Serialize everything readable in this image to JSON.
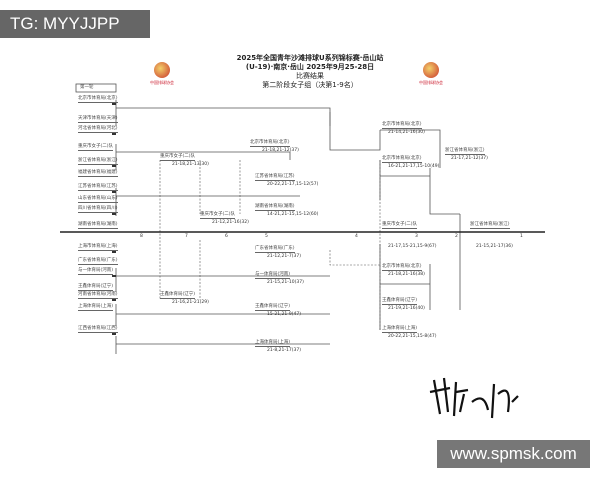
{
  "watermark": "TG: MYYJJPP",
  "site": "www.spmsk.com",
  "logo_text": "中国排球协会",
  "title": [
    "2025年全国青年沙滩排球U系列锦标赛·岳山站",
    "(U-19)·南京·岳山    2025年9月25-28日",
    "比赛结果",
    "第二阶段女子组（决第1-9名）"
  ],
  "left_header": "第一轮",
  "teams": [
    "北京市体育局(北京)",
    "天津市体育局(天津)",
    "河北省体育局(河北)",
    "重庆市女子(二)队",
    "浙江省体育局(浙江)",
    "福建省体育局(福建)",
    "江苏省体育局(江苏)",
    "山东省体育局(山东)",
    "四川省体育局(四川)",
    "湖南省体育局(湖南)",
    "上海市体育局(上海)",
    "广东省体育局(广东)",
    "与一体育局(河南)",
    "王鑫体育局(辽宁)",
    "河南省体育局(河南)",
    "上海体育局(上海)",
    "江西省体育局(江西)"
  ],
  "r2": [
    {
      "a": "重庆市女子(二)队",
      "b": "江苏省体育局(江苏)",
      "s": "21-18,21-13(30)"
    },
    {
      "a": "重庆市女子(二)队",
      "b": "江苏省体育局(江苏)",
      "s": "21-12,21-16(32)"
    },
    {
      "a": "北京市体育局(北京)",
      "b": "重庆市女子(二)队",
      "s": "21-18,21-12(37)"
    },
    {
      "a": "江苏省体育局(江苏)",
      "b": "山东省体育局(山东)",
      "s": "20-22,21-17,15-12(57)"
    },
    {
      "a": "湖南省体育局(湖南)",
      "b": "",
      "s": "14-21,21-15,15-12(60)"
    },
    {
      "a": "广东省体育局(广东)",
      "b": "与一体育局(河南)",
      "s": "21-12,21-7(37)"
    },
    {
      "a": "与一体育局(河南)",
      "b": "",
      "s": "21-15,21-10(37)"
    },
    {
      "a": "王鑫体育局(辽宁)",
      "b": "与一体育局(河南)",
      "s": "21-16,21-21(29)"
    },
    {
      "a": "王鑫体育局(辽宁)",
      "b": "",
      "s": "15-21,21-9(47)"
    },
    {
      "a": "上海体育局(上海)",
      "b": "",
      "s": "21-8,21-17(37)"
    }
  ],
  "right": [
    {
      "a": "北京市体育局(北京)",
      "s": "21-14,21-16(30)"
    },
    {
      "a": "北京市体育局(北京)",
      "s": "16-21,21-17,15-10(49)"
    },
    {
      "a": "浙江省体育局(浙江)",
      "s": "21-17,21-12(37)"
    },
    {
      "a": "重庆市女子(二)队",
      "s": "21-17,15-21,15-9(67)"
    },
    {
      "a": "浙江省体育局(浙江)",
      "s": "21-15,21-17(36)"
    },
    {
      "a": "北京市体育局(北京)",
      "s": "21-18,21-16(38)"
    },
    {
      "a": "王鑫体育局(辽宁)",
      "s": "21-19,21-16(40)"
    },
    {
      "a": "上海体育局(上海)",
      "s": "20-22,21-15,15-8(47)"
    }
  ],
  "places": [
    "8",
    "7",
    "6",
    "5",
    "4",
    "3",
    "2",
    "1"
  ]
}
